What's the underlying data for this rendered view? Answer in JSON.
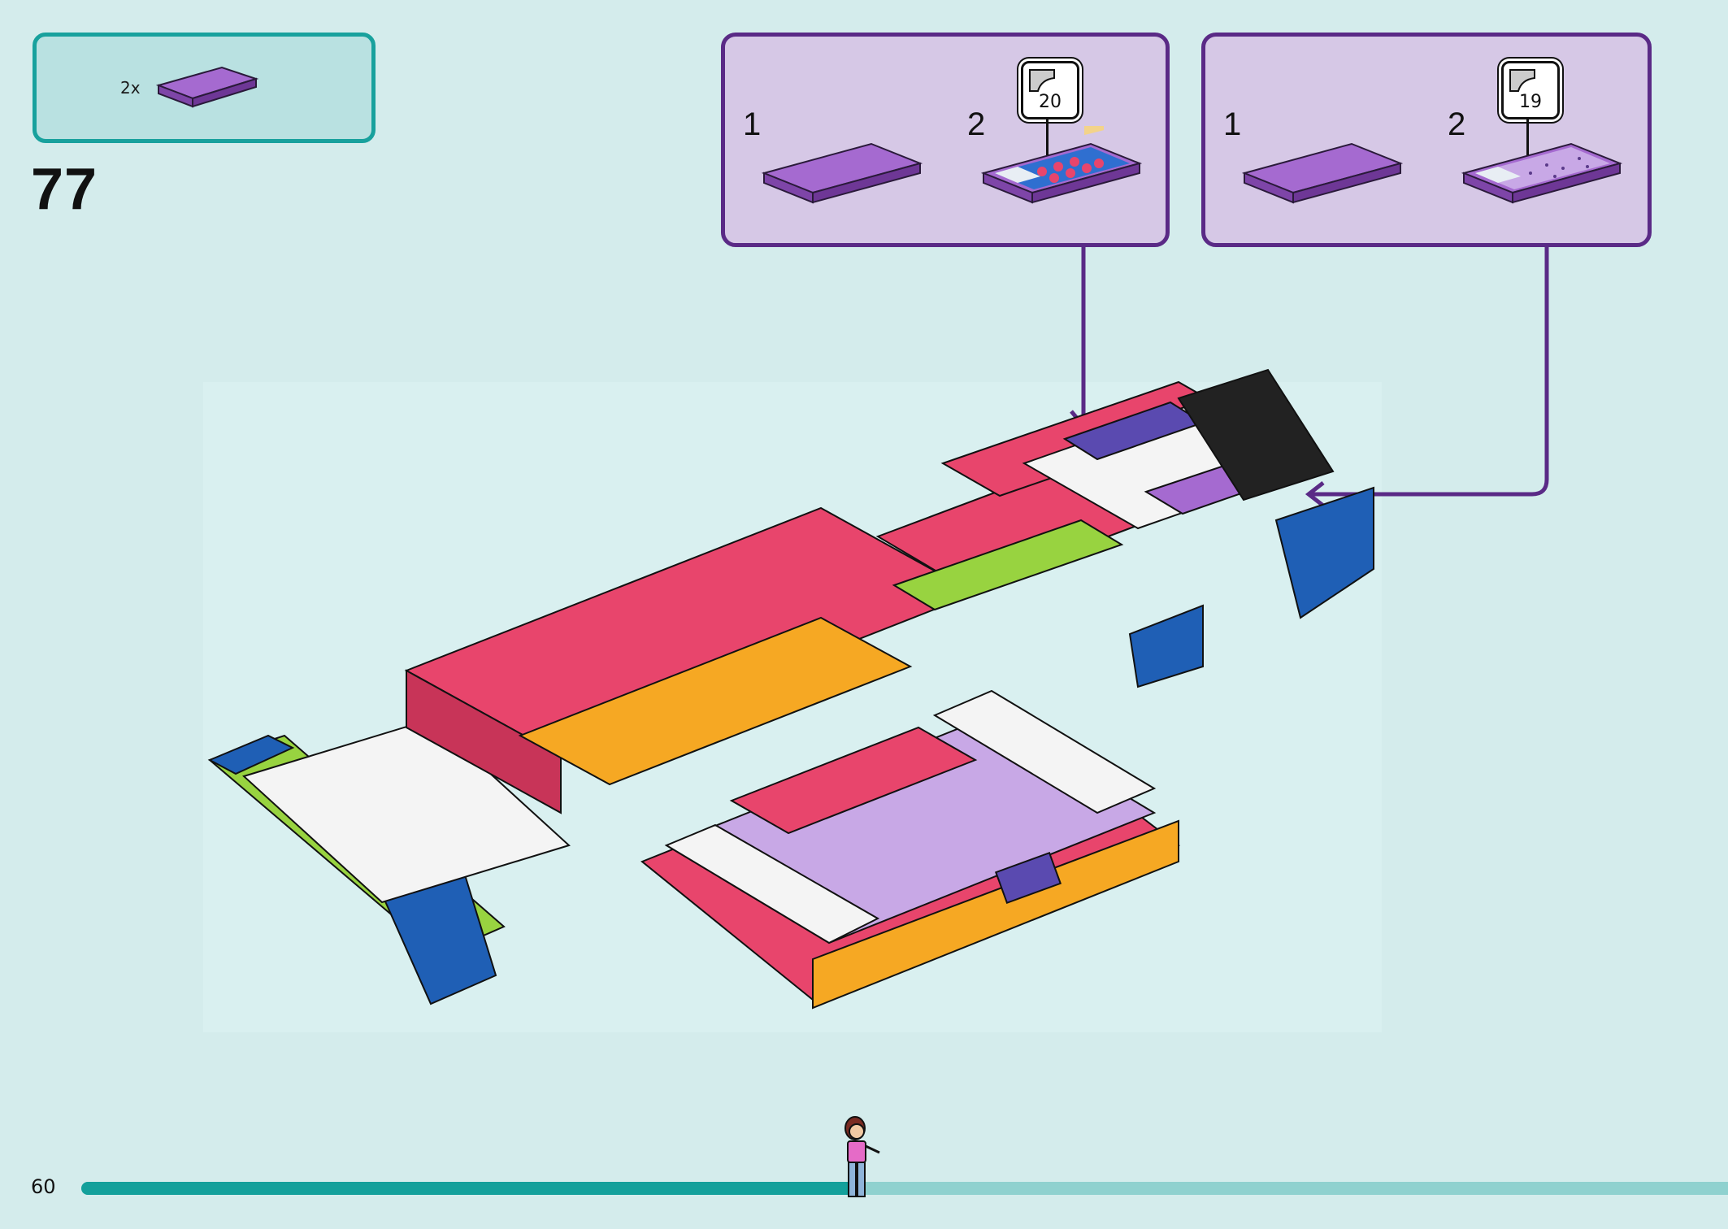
{
  "page": {
    "number": "60",
    "progress": 0.47
  },
  "parts_callout": {
    "quantity": "2x",
    "part_color": "#9b5cc0"
  },
  "step": {
    "number": "77"
  },
  "sub_assemblies": [
    {
      "steps": [
        "1",
        "2"
      ],
      "sticker_number": "20"
    },
    {
      "steps": [
        "1",
        "2"
      ],
      "sticker_number": "19"
    }
  ],
  "colors": {
    "background": "#d4ecec",
    "callout_border": "#18a19d",
    "sub_box_border": "#5a2a86",
    "sub_box_fill": "#d6c8e6",
    "brick_pink": "#e8456c",
    "brick_orange": "#f6a823",
    "brick_blue": "#1f5fb5",
    "brick_lime": "#98d340",
    "brick_purple": "#9b5cc0",
    "brick_lavender": "#c8a8e6",
    "progress_fill": "#13a09b",
    "progress_track": "#8fd1cf"
  },
  "icons": [
    "tile-2x4-icon",
    "sticker-sheet-icon",
    "minifigure-icon"
  ]
}
